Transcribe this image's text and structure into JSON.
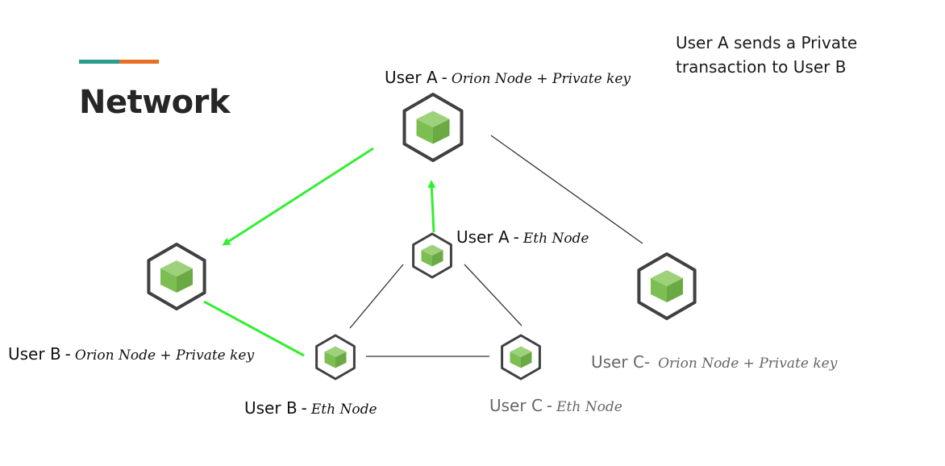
{
  "title": "Network",
  "note": "User A sends a Private transaction to User B",
  "colors": {
    "accent_teal": "#2a9d8f",
    "accent_orange": "#e76f24",
    "arrow_green": "#33ee33",
    "node_green": "#7cbe52",
    "node_outline": "#404040",
    "link_gray": "#333333",
    "muted_text": "#666666"
  },
  "nodes": [
    {
      "id": "user-a-orion",
      "icon": "node-cube-icon",
      "user": "User A",
      "role": "Orion Node  + Private key",
      "muted": false
    },
    {
      "id": "user-a-eth",
      "icon": "node-cube-icon",
      "user": "User A",
      "role": "Eth Node",
      "muted": false
    },
    {
      "id": "user-b-orion",
      "icon": "node-cube-icon",
      "user": "User B",
      "role": "Orion Node + Private key",
      "muted": false
    },
    {
      "id": "user-b-eth",
      "icon": "node-cube-icon",
      "user": "User B",
      "role": "Eth Node",
      "muted": false
    },
    {
      "id": "user-c-orion",
      "icon": "node-cube-icon",
      "user": "User C-",
      "role": "Orion Node + Private key",
      "muted": true
    },
    {
      "id": "user-c-eth",
      "icon": "node-cube-icon",
      "user": "User C",
      "role": "Eth Node",
      "muted": true
    }
  ],
  "links": [
    {
      "from": "user-a-orion",
      "to": "user-c-orion",
      "type": "plain"
    },
    {
      "from": "user-a-eth",
      "to": "user-b-eth",
      "type": "plain"
    },
    {
      "from": "user-a-eth",
      "to": "user-c-eth",
      "type": "plain"
    },
    {
      "from": "user-b-eth",
      "to": "user-c-eth",
      "type": "plain"
    },
    {
      "from": "user-b-orion",
      "to": "user-b-eth",
      "type": "private-tx"
    },
    {
      "from": "user-a-eth",
      "to": "user-a-orion",
      "type": "private-tx-arrow"
    },
    {
      "from": "user-a-orion",
      "to": "user-b-orion",
      "type": "private-tx-arrow"
    }
  ]
}
